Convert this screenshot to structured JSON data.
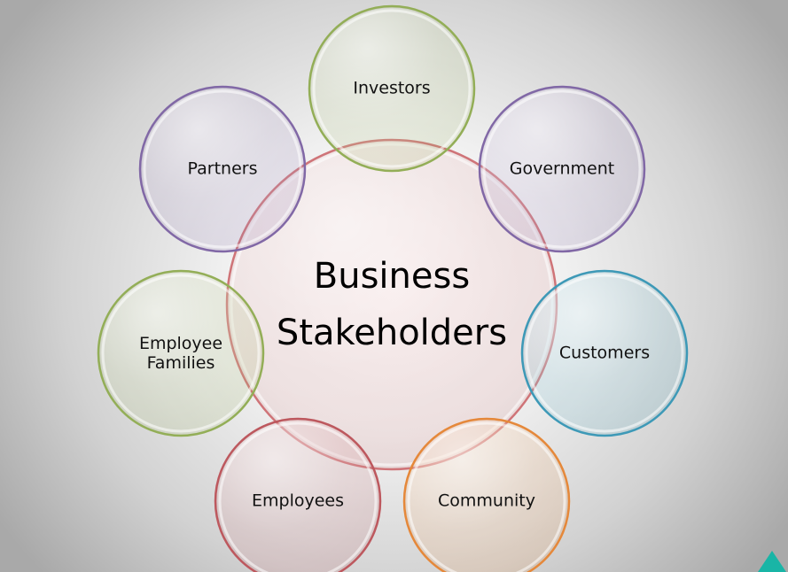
{
  "center": {
    "line1": "Business",
    "line2": "Stakeholders",
    "color": "#cf7478"
  },
  "stakeholders": [
    {
      "label": "Investors",
      "color": "#93ae57"
    },
    {
      "label": "Government",
      "color": "#8168a6"
    },
    {
      "label": "Customers",
      "color": "#3d99b7"
    },
    {
      "label": "Community",
      "color": "#e5883a"
    },
    {
      "label": "Employees",
      "color": "#bd585e"
    },
    {
      "label": "Employee\nFamilies",
      "color": "#93ae57"
    },
    {
      "label": "Partners",
      "color": "#8168a6"
    }
  ],
  "corner_mark": {
    "icon": "teal-triangle-icon",
    "color": "#19b5a6"
  }
}
